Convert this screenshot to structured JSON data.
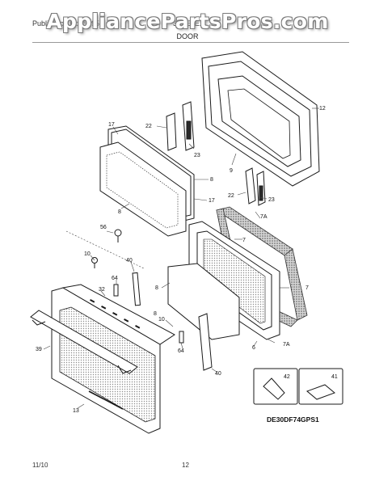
{
  "watermark": "AppliancePartsPros.com",
  "header": {
    "left": "Publication No. 5995...",
    "right": "30\" ELE...",
    "section": "DOOR"
  },
  "footer": {
    "date": "11/10",
    "page": "12"
  },
  "model_code": "DE30DF74GPS1",
  "callouts": [
    "12",
    "22",
    "17",
    "23",
    "9",
    "8",
    "8",
    "17",
    "22",
    "23",
    "7A",
    "7",
    "56",
    "10",
    "40",
    "64",
    "32",
    "8",
    "10",
    "39",
    "13",
    "8",
    "7",
    "7A",
    "6",
    "64",
    "40",
    "42",
    "41"
  ],
  "colors": {
    "line": "#1a1a1a",
    "mesh": "#8c8c8c",
    "gasket": "#5a5a5a"
  }
}
